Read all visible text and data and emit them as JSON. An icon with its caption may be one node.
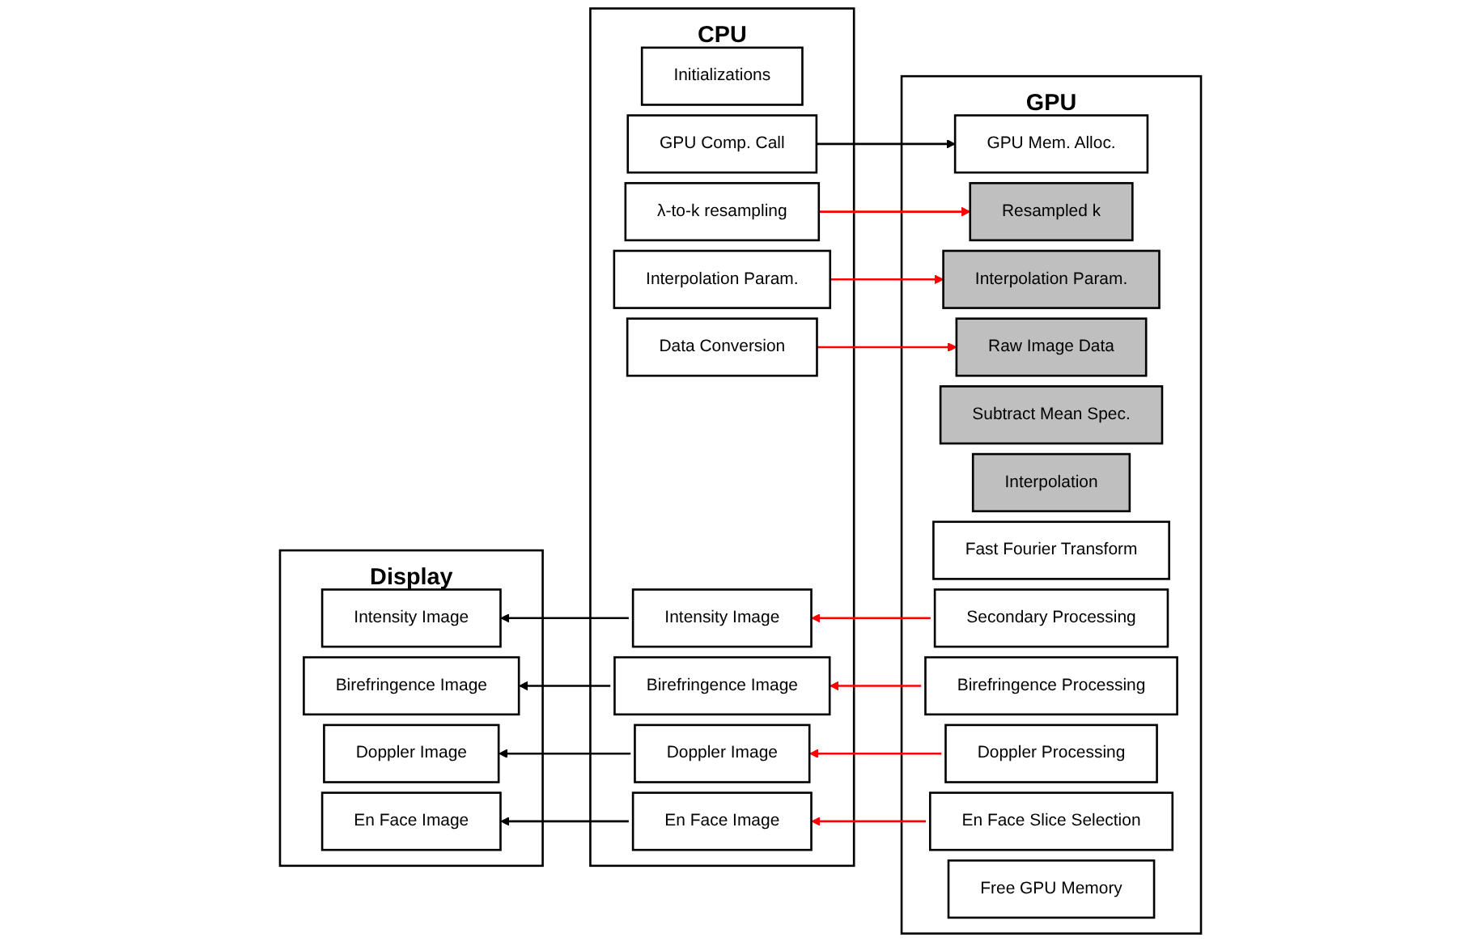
{
  "diagram": {
    "nodes": [
      {
        "text": [
          "CPU"
        ]
      },
      {
        "text": [
          "Initializations"
        ],
        "in": 0
      },
      {
        "text": [
          "λ-to-k resampling"
        ],
        "in": 0
      },
      {
        "text": [
          "Interpolation Param."
        ],
        "in": 0
      },
      {
        "text": [
          "Data Conversion"
        ],
        "in": 0
      },
      {
        "text": [
          "GPU Comp. Call"
        ],
        "in": 0
      },
      {
        "text": [
          "Intensity Image"
        ],
        "in": 0
      },
      {
        "text": [
          "Birefringence Image"
        ],
        "in": 0
      },
      {
        "text": [
          "Doppler Image"
        ],
        "in": 0
      },
      {
        "text": [
          "En Face Image"
        ],
        "in": 0
      },
      {
        "text": [
          "GPU"
        ]
      },
      {
        "text": [
          "GPU Mem. Alloc."
        ],
        "in": 10
      },
      {
        "text": [
          "Resampled k"
        ],
        "in": 10
      },
      {
        "text": [
          "Interpolation Param."
        ],
        "in": 10
      },
      {
        "text": [
          "Raw Image Data"
        ],
        "in": 10
      },
      {
        "text": [
          "Subtract Mean Spec."
        ],
        "in": 10
      },
      {
        "text": [
          "Interpolation"
        ],
        "in": 10
      },
      {
        "text": [
          "Fast Fourier Transform"
        ],
        "in": 10
      },
      {
        "text": [
          "Secondary Processing"
        ],
        "in": 10
      },
      {
        "text": [
          "Birefringence Processing"
        ],
        "in": 10
      },
      {
        "text": [
          "Doppler Processing"
        ],
        "in": 10
      },
      {
        "text": [
          "En Face Slice Selection"
        ],
        "in": 10
      },
      {
        "text": [
          "Free GPU Memory"
        ],
        "in": 10
      },
      {
        "text": [
          "Display"
        ]
      },
      {
        "text": [
          "Intensity Image"
        ],
        "in": 23
      },
      {
        "text": [
          "Birefringence Image"
        ],
        "in": 23
      },
      {
        "text": [
          "Doppler Image"
        ],
        "in": 23
      },
      {
        "text": [
          "En Face Image"
        ],
        "in": 23
      }
    ],
    "edges": [
      {
        "from": 2,
        "to": 12,
        "arrow": "to"
      },
      {
        "from": 3,
        "to": 13,
        "arrow": "to"
      },
      {
        "from": 4,
        "to": 14,
        "arrow": "to"
      },
      {
        "from": 5,
        "to": 11,
        "arrow": "to",
        "color": "#000000"
      },
      {
        "from": 18,
        "to": 6,
        "arrow": "to"
      },
      {
        "from": 19,
        "to": 7,
        "arrow": "to"
      },
      {
        "from": 20,
        "to": 8,
        "arrow": "to"
      },
      {
        "from": 21,
        "to": 9,
        "arrow": "to"
      },
      {
        "from": 6,
        "to": 24,
        "arrow": "to",
        "color": "#000000"
      },
      {
        "from": 7,
        "to": 25,
        "arrow": "to",
        "color": "#000000"
      },
      {
        "from": 8,
        "to": 26,
        "arrow": "to",
        "color": "#000000"
      },
      {
        "from": 9,
        "to": 27,
        "arrow": "to",
        "color": "#000000"
      }
    ]
  }
}
